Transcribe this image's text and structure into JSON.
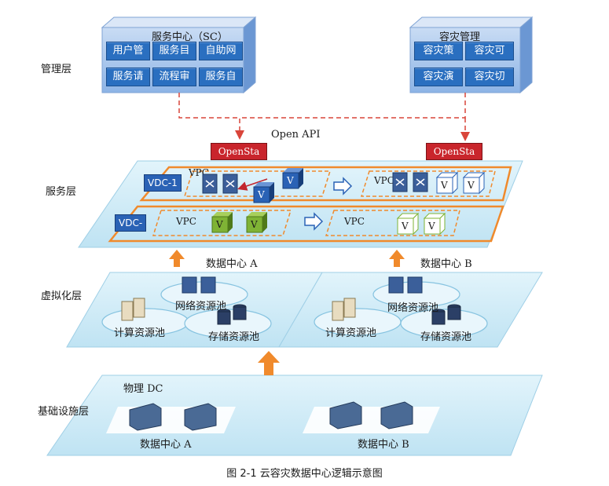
{
  "layers": {
    "management": "管理层",
    "service": "服务层",
    "virtualization": "虚拟化层",
    "infrastructure": "基础设施层"
  },
  "service_center": {
    "title": "服务中心（SC）",
    "cells": [
      "用户管",
      "服务目",
      "自助网",
      "服务请",
      "流程审",
      "服务自"
    ]
  },
  "dr_management": {
    "title": "容灾管理",
    "cells": [
      "容灾策",
      "容灾可",
      "容灾演",
      "容灾切"
    ]
  },
  "open_api": "Open API",
  "openstack_label": "OpenSta",
  "vdc_labels": [
    "VDC-1",
    "VDC-"
  ],
  "vpc_label": "VPC",
  "vm_label": "V",
  "datacenter_a": "数据中心 A",
  "datacenter_b": "数据中心 B",
  "pools": {
    "network": "网络资源池",
    "compute": "计算资源池",
    "storage": "存储资源池"
  },
  "physical_dc": "物理 DC",
  "caption": "图 2-1  云容灾数据中心逻辑示意图",
  "colors": {
    "plane_fill": "#cfeaf7",
    "plane_stroke": "#9fcfe6",
    "orange": "#f08a2c",
    "red_dash": "#d9453a",
    "blue": "#2a62b5"
  }
}
